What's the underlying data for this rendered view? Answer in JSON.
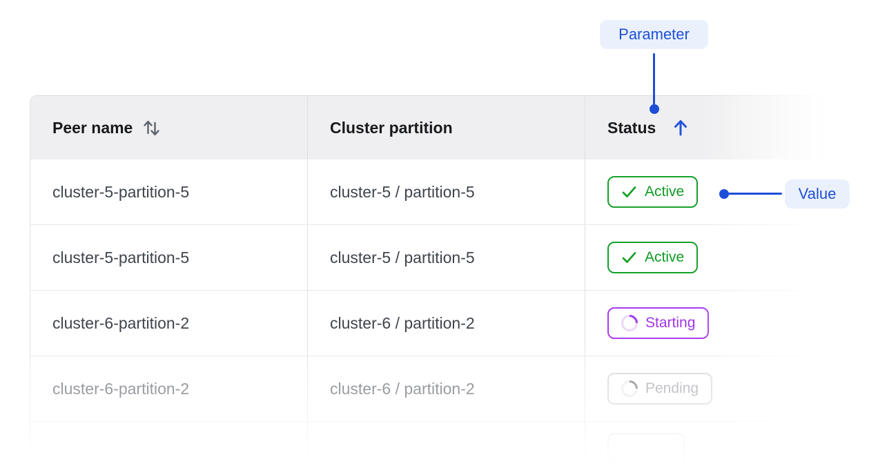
{
  "annotations": {
    "parameter_label": "Parameter",
    "value_label": "Value"
  },
  "table": {
    "headers": [
      {
        "label": "Peer name",
        "sort": "sortable"
      },
      {
        "label": "Cluster partition",
        "sort": "none"
      },
      {
        "label": "Status",
        "sort": "ascending"
      }
    ],
    "rows": [
      {
        "peer_name": "cluster-5-partition-5",
        "cluster_partition": "cluster-5 / partition-5",
        "status": "Active"
      },
      {
        "peer_name": "cluster-5-partition-5",
        "cluster_partition": "cluster-5 / partition-5",
        "status": "Active"
      },
      {
        "peer_name": "cluster-6-partition-2",
        "cluster_partition": "cluster-6 / partition-2",
        "status": "Starting"
      },
      {
        "peer_name": "cluster-6-partition-2",
        "cluster_partition": "cluster-6 / partition-2",
        "status": "Pending"
      },
      {
        "peer_name": "",
        "cluster_partition": "",
        "status": ""
      }
    ]
  },
  "colors": {
    "accent_blue": "#1d4ed8",
    "annotation_bg": "#eaf1fd",
    "status_active_green": "#119a23",
    "status_starting_purple": "#a134ea",
    "status_pending_gray": "#8f929a",
    "header_bg": "#efeff1"
  }
}
